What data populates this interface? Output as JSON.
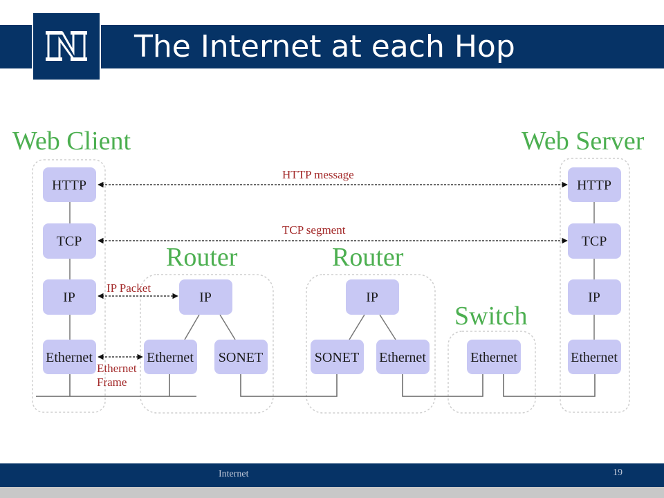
{
  "slide": {
    "title": "The Internet at each Hop",
    "footer": "Internet",
    "page_number": "19"
  },
  "logo": {
    "icon": "university-n-logo",
    "letter": "N"
  },
  "nodes": {
    "web_client": {
      "label": "Web Client",
      "layers": [
        "HTTP",
        "TCP",
        "IP",
        "Ethernet"
      ]
    },
    "router_1": {
      "label": "Router",
      "layers": [
        "IP",
        "Ethernet",
        "SONET"
      ]
    },
    "router_2": {
      "label": "Router",
      "layers": [
        "IP",
        "SONET",
        "Ethernet"
      ]
    },
    "switch": {
      "label": "Switch",
      "layers": [
        "Ethernet"
      ]
    },
    "web_server": {
      "label": "Web Server",
      "layers": [
        "HTTP",
        "TCP",
        "IP",
        "Ethernet"
      ]
    }
  },
  "messages": {
    "http": "HTTP message",
    "tcp": "TCP segment",
    "ip": "IP Packet",
    "ethernet_line1": "Ethernet",
    "ethernet_line2": "Frame"
  },
  "colors": {
    "brand_navy": "#063366",
    "node_label_green": "#4caf50",
    "layer_box": "#c8c8f4",
    "message_red": "#a32a2a"
  }
}
